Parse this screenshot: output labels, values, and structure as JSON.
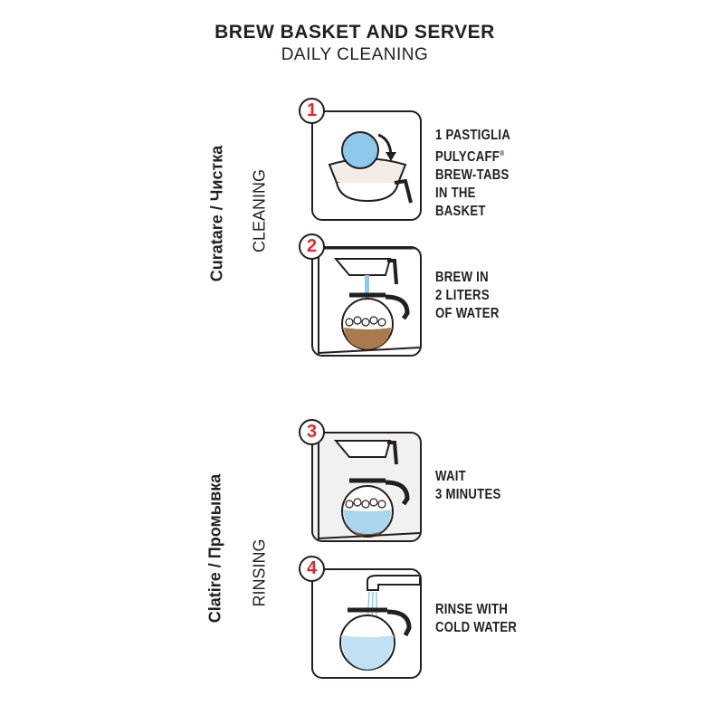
{
  "header": {
    "title": "BREW BASKET AND SERVER",
    "subtitle": "DAILY CLEANING"
  },
  "sections": [
    {
      "label_local": "Curatare / Чистка",
      "label_en": "CLEANING"
    },
    {
      "label_local": "Clatire / Промывка",
      "label_en": "RINSING"
    }
  ],
  "steps": [
    {
      "number": "1",
      "lines": [
        "1 PASTIGLIA",
        "PULYCAFF",
        "BREW-TABS",
        "IN THE",
        "BASKET"
      ],
      "registered_mark": "®"
    },
    {
      "number": "2",
      "lines": [
        "BREW IN",
        "2 LITERS",
        "OF WATER"
      ]
    },
    {
      "number": "3",
      "lines": [
        "WAIT",
        "3 MINUTES"
      ]
    },
    {
      "number": "4",
      "lines": [
        "RINSE WITH",
        "COLD WATER"
      ]
    }
  ],
  "colors": {
    "number": "#e3262c",
    "water": "#a9d6ee",
    "coffee": "#8b5a2b",
    "ink": "#231f20"
  }
}
